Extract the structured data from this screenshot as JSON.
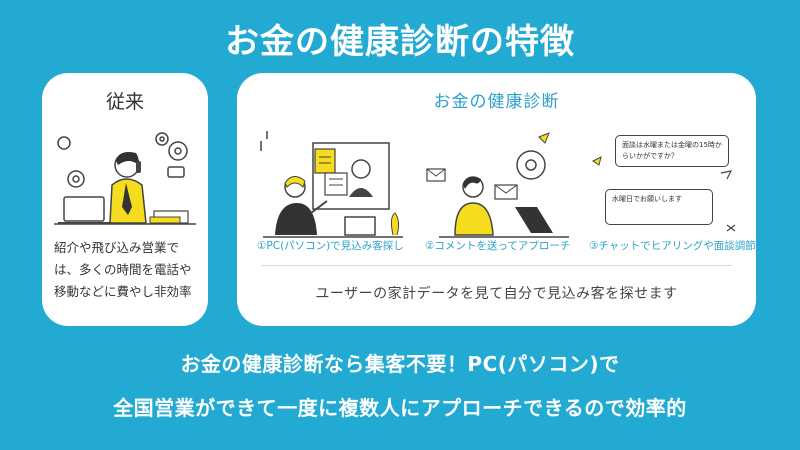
{
  "page": {
    "title": "お金の健康診断の特徴"
  },
  "left_card": {
    "title": "従来",
    "description": "紹介や飛び込み営業では、多くの時間を電話や移動などに費やし非効率"
  },
  "right_card": {
    "title": "お金の健康診断",
    "captions": [
      "①PC(パソコン)で見込み客探し",
      "②コメントを送ってアプローチ",
      "③チャットでヒアリングや面談調節"
    ],
    "chat_bubbles": [
      "面談は水曜または金曜の15時からいかがですか？",
      "水曜日でお願いします"
    ],
    "description": "ユーザーの家計データを見て自分で見込み客を探せます"
  },
  "bottom": {
    "line1": "お金の健康診断なら集客不要！PC(パソコン)で",
    "line2": "全国営業ができて一度に複数人にアプローチできるので効率的"
  },
  "colors": {
    "background": "#22aad3",
    "accent_yellow": "#f5dc1e",
    "title_blue": "#2ca0cd"
  }
}
